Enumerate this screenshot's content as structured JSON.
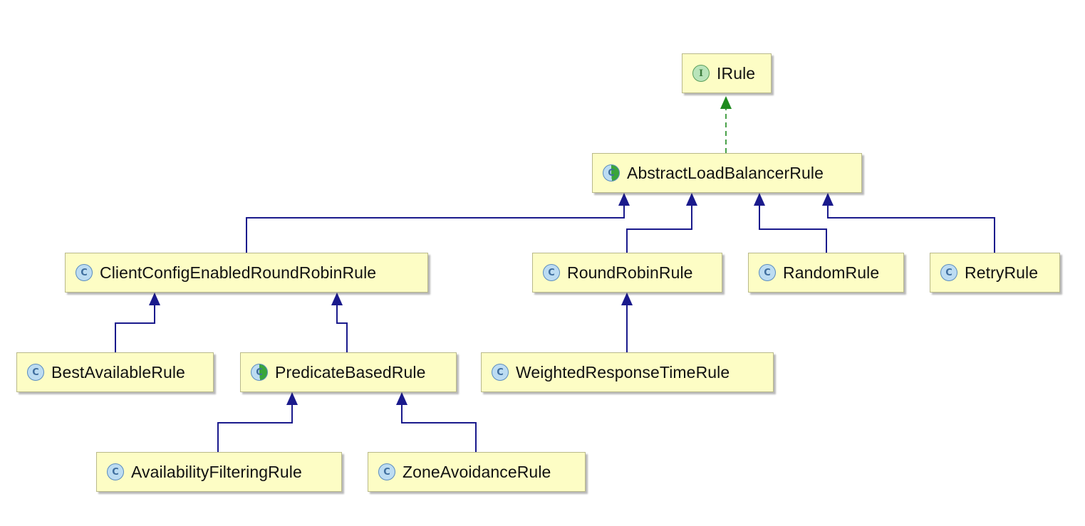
{
  "nodes": [
    {
      "id": "irule",
      "label": "IRule",
      "kind": "interface",
      "icon_glyph": "I"
    },
    {
      "id": "abstract",
      "label": "AbstractLoadBalancerRule",
      "kind": "abstract",
      "icon_glyph": "C"
    },
    {
      "id": "clientconfig",
      "label": "ClientConfigEnabledRoundRobinRule",
      "kind": "class",
      "icon_glyph": "C"
    },
    {
      "id": "roundrobin",
      "label": "RoundRobinRule",
      "kind": "class",
      "icon_glyph": "C"
    },
    {
      "id": "random",
      "label": "RandomRule",
      "kind": "class",
      "icon_glyph": "C"
    },
    {
      "id": "retry",
      "label": "RetryRule",
      "kind": "class",
      "icon_glyph": "C"
    },
    {
      "id": "bestavailable",
      "label": "BestAvailableRule",
      "kind": "class",
      "icon_glyph": "C"
    },
    {
      "id": "predicate",
      "label": "PredicateBasedRule",
      "kind": "abstract",
      "icon_glyph": "C"
    },
    {
      "id": "weighted",
      "label": "WeightedResponseTimeRule",
      "kind": "class",
      "icon_glyph": "C"
    },
    {
      "id": "availability",
      "label": "AvailabilityFilteringRule",
      "kind": "class",
      "icon_glyph": "C"
    },
    {
      "id": "zoneavoidance",
      "label": "ZoneAvoidanceRule",
      "kind": "class",
      "icon_glyph": "C"
    }
  ],
  "edges": [
    {
      "from": "abstract",
      "to": "irule",
      "type": "implements"
    },
    {
      "from": "clientconfig",
      "to": "abstract",
      "type": "extends"
    },
    {
      "from": "roundrobin",
      "to": "abstract",
      "type": "extends"
    },
    {
      "from": "random",
      "to": "abstract",
      "type": "extends"
    },
    {
      "from": "retry",
      "to": "abstract",
      "type": "extends"
    },
    {
      "from": "bestavailable",
      "to": "clientconfig",
      "type": "extends"
    },
    {
      "from": "predicate",
      "to": "clientconfig",
      "type": "extends"
    },
    {
      "from": "weighted",
      "to": "roundrobin",
      "type": "extends"
    },
    {
      "from": "availability",
      "to": "predicate",
      "type": "extends"
    },
    {
      "from": "zoneavoidance",
      "to": "predicate",
      "type": "extends"
    }
  ],
  "colors": {
    "node_fill": "#fdfdc5",
    "extends_edge": "#1a1a8c",
    "implements_edge": "#1e8a1e"
  },
  "icons": {
    "class": "class-c-icon",
    "interface": "interface-i-icon",
    "abstract": "abstract-class-icon"
  }
}
